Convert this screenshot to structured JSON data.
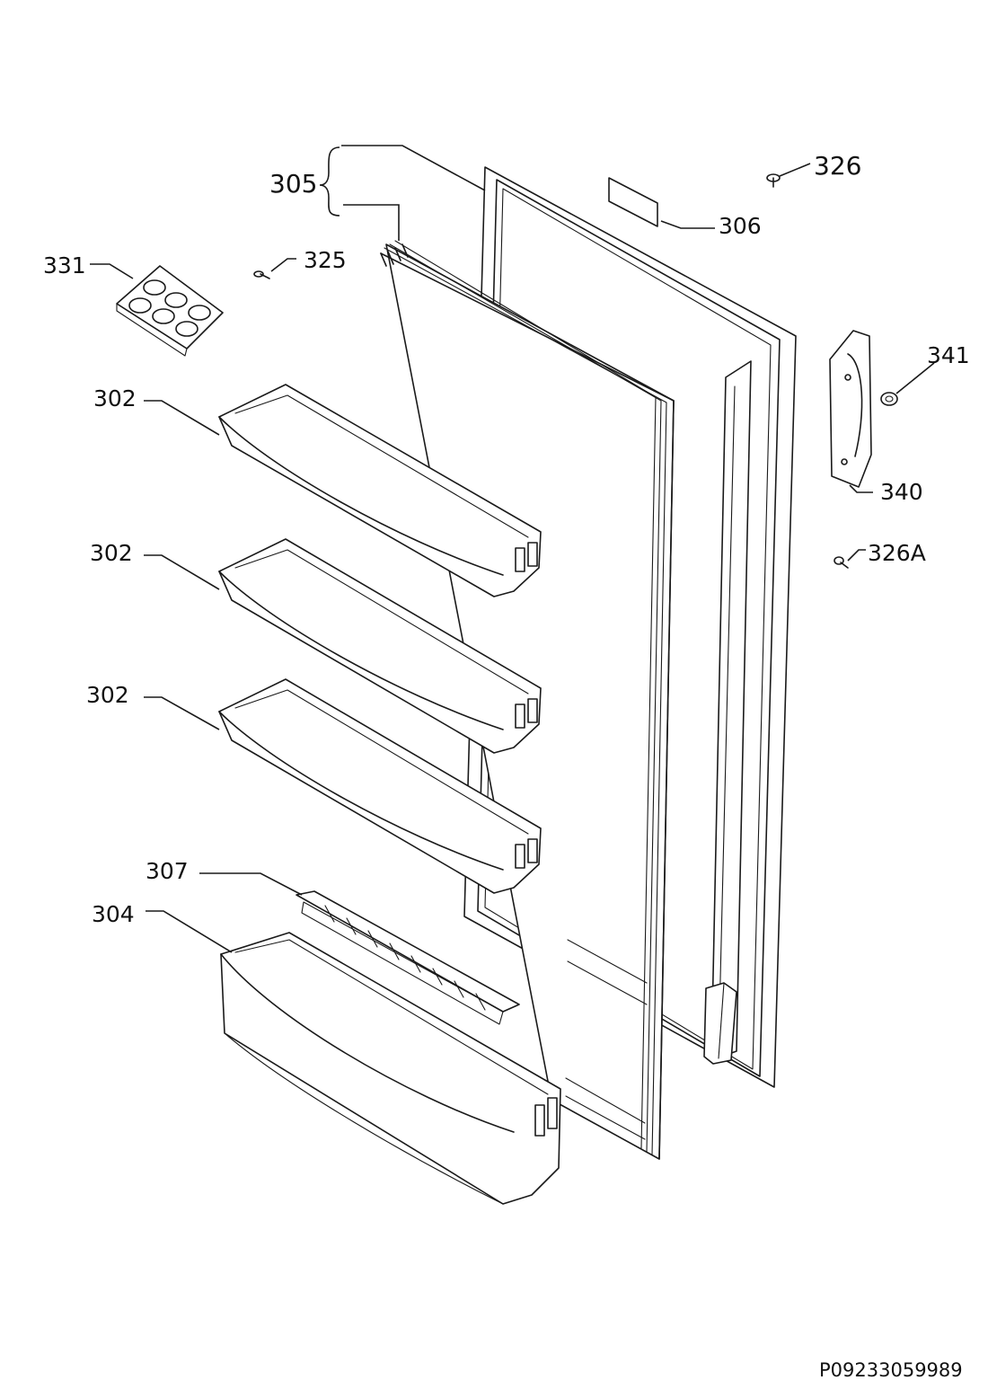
{
  "callouts": {
    "door_panel": "305",
    "label_plate": "306",
    "top_screw": "326",
    "bottom_screw": "326A",
    "egg_tray": "331",
    "small_screw": "325",
    "handle": "340",
    "handle_cap": "341",
    "door_shelf_1": "302",
    "door_shelf_2": "302",
    "door_shelf_3": "302",
    "bottle_retainer": "307",
    "bottle_shelf": "304"
  },
  "document_number": "P09233059989"
}
